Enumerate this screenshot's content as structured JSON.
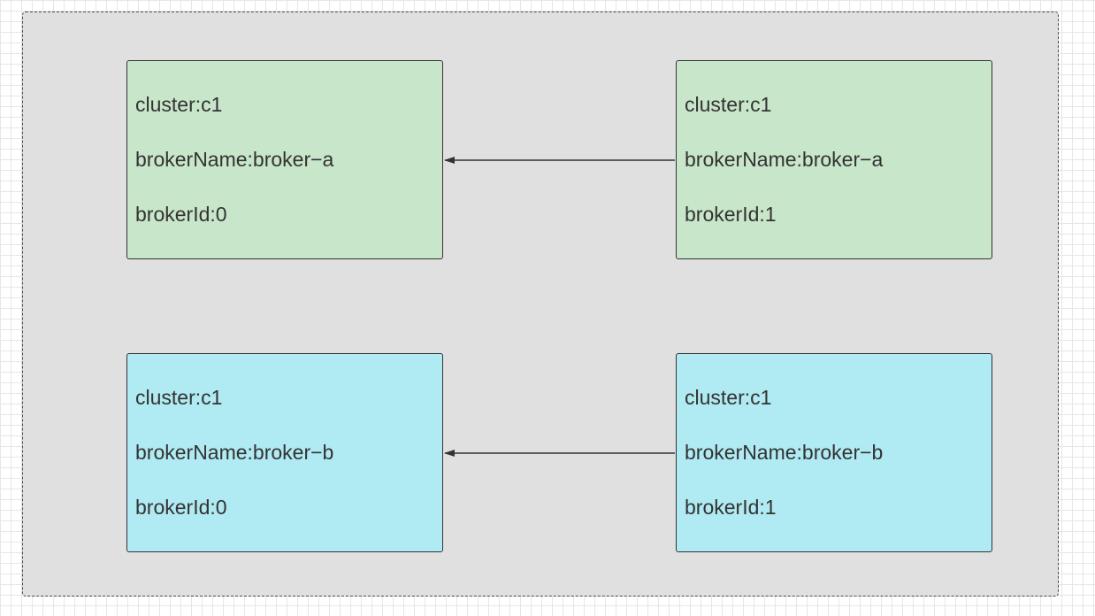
{
  "colors": {
    "broker_a": "#c8e6ca",
    "broker_b": "#b0eaf2",
    "frame": "#e0e0e0",
    "stroke": "#333333"
  },
  "nodes": [
    {
      "id": "broker-a-master",
      "cluster": "cluster:c1",
      "broker_name": "brokerName:broker−a",
      "broker_id": "brokerId:0"
    },
    {
      "id": "broker-a-slave",
      "cluster": "cluster:c1",
      "broker_name": "brokerName:broker−a",
      "broker_id": "brokerId:1"
    },
    {
      "id": "broker-b-master",
      "cluster": "cluster:c1",
      "broker_name": "brokerName:broker−b",
      "broker_id": "brokerId:0"
    },
    {
      "id": "broker-b-slave",
      "cluster": "cluster:c1",
      "broker_name": "brokerName:broker−b",
      "broker_id": "brokerId:1"
    }
  ],
  "edges": [
    {
      "from": "broker-a-slave",
      "to": "broker-a-master"
    },
    {
      "from": "broker-b-slave",
      "to": "broker-b-master"
    }
  ]
}
